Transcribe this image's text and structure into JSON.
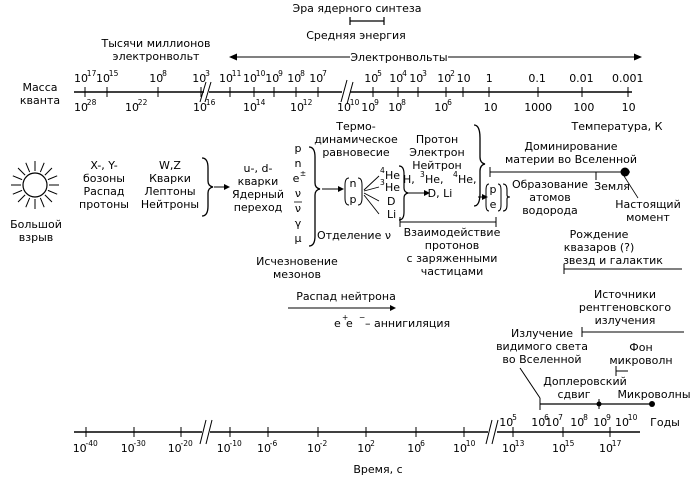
{
  "colors": {
    "line": "#000000",
    "background": "#ffffff"
  },
  "header": {
    "era_nucleosynthesis": "Эра ядерного синтеза",
    "mean_energy": "Средняя энергия",
    "billions_ev": [
      "Тысячи миллионов",
      "электронвольт"
    ],
    "electronvolts": "Электронвольты"
  },
  "top_axis": {
    "mass_label": [
      "Масса",
      "кванта"
    ],
    "temp_label": "Температура, К",
    "energy_ticks": [
      {
        "b": "10",
        "e": "17"
      },
      {
        "b": "10",
        "e": "15"
      },
      {
        "b": "10",
        "e": "8"
      },
      {
        "b": "10",
        "e": "3"
      },
      {
        "b": "10",
        "e": "11"
      },
      {
        "b": "10",
        "e": "10"
      },
      {
        "b": "10",
        "e": "9"
      },
      {
        "b": "10",
        "e": "8"
      },
      {
        "b": "10",
        "e": "7"
      },
      {
        "b": "10",
        "e": "5"
      },
      {
        "b": "10",
        "e": "4"
      },
      {
        "b": "10",
        "e": "3"
      },
      {
        "b": "10",
        "e": "2"
      },
      {
        "b": "10",
        "e": ""
      },
      {
        "b": "1",
        "e": ""
      },
      {
        "b": "0.1",
        "e": ""
      },
      {
        "b": "0.01",
        "e": ""
      },
      {
        "b": "0.001",
        "e": ""
      }
    ],
    "temp_ticks": [
      {
        "b": "10",
        "e": "28"
      },
      {
        "b": "10",
        "e": "22"
      },
      {
        "b": "10",
        "e": "16"
      },
      {
        "b": "10",
        "e": "14"
      },
      {
        "b": "10",
        "e": "12"
      },
      {
        "b": "10",
        "e": "10"
      },
      {
        "b": "10",
        "e": "9"
      },
      {
        "b": "10",
        "e": "8"
      },
      {
        "b": "10",
        "e": "6"
      },
      {
        "b": "10",
        "e": ""
      },
      {
        "b": "1000",
        "e": ""
      },
      {
        "b": "100",
        "e": ""
      },
      {
        "b": "10",
        "e": ""
      }
    ]
  },
  "big_bang": [
    "Большой",
    "взрыв"
  ],
  "stages": {
    "xy_bosons": [
      "X-, Y-",
      "бозоны",
      "Распад",
      "протоны"
    ],
    "wz_group": [
      "W,Z",
      "Кварки",
      "Лептоны",
      "Нейтроны"
    ],
    "quark_transition": [
      "u-, d-",
      "кварки",
      "Ядерный",
      "переход"
    ],
    "particles": [
      "p",
      "n",
      "e",
      "ν",
      "ν",
      "γ",
      "μ"
    ],
    "e_pm": "±",
    "meson_vanish": [
      "Исчезновение",
      "мезонов"
    ],
    "neutrino_decoupling": "Отделение ν",
    "thermo_eq": [
      "Термо-",
      "динамическое",
      "равновесие"
    ],
    "np": [
      "n",
      "p"
    ],
    "nuclei": [
      {
        "sup": "4",
        "base": "He"
      },
      {
        "sup": "3",
        "base": "He"
      },
      {
        "sup": "",
        "base": "D"
      },
      {
        "sup": "",
        "base": "Li"
      }
    ],
    "proton_group": [
      "Протон",
      "Электрон",
      "Нейтрон"
    ],
    "proton_nuclei": [
      "H, ",
      "3",
      "He, ",
      "4",
      "He,"
    ],
    "d_li": "D, Li",
    "pe": [
      "p",
      "e"
    ],
    "interaction": [
      "Взаимодействие",
      "протонов",
      "с заряженными",
      "частицами"
    ],
    "matter_dom": [
      "Доминирование",
      "материи во Вселенной"
    ],
    "atom_formation": [
      "Образование",
      "атомов",
      "водорода"
    ],
    "earth": "Земля",
    "now": [
      "Настоящий",
      "момент"
    ],
    "quasars": [
      "Рождение",
      "квазаров (?)",
      "звезд и галактик"
    ],
    "neutron_decay": "Распад нейтрона",
    "annihilation": [
      "e",
      "+",
      " e",
      "−",
      " – аннигиляция"
    ],
    "xray": [
      "Источники",
      "рентгеновского",
      "излучения"
    ],
    "microwave_bg": [
      "Фон",
      "микроволн"
    ],
    "visible_light": [
      "Излучение",
      "видимого света",
      "во Вселенной"
    ],
    "doppler": [
      "Доплеровский",
      "сдвиг"
    ],
    "microwaves": "Микроволны"
  },
  "bottom_axis": {
    "time_label": "Время, с",
    "years_label": "Годы",
    "time_ticks": [
      {
        "b": "10",
        "e": "-40"
      },
      {
        "b": "10",
        "e": "-30"
      },
      {
        "b": "10",
        "e": "-20"
      },
      {
        "b": "10",
        "e": "-10"
      },
      {
        "b": "10",
        "e": "-6"
      },
      {
        "b": "10",
        "e": "-2"
      },
      {
        "b": "10",
        "e": "2"
      },
      {
        "b": "10",
        "e": "6"
      },
      {
        "b": "10",
        "e": "10"
      },
      {
        "b": "10",
        "e": "13"
      },
      {
        "b": "10",
        "e": "15"
      },
      {
        "b": "10",
        "e": "17"
      }
    ],
    "year_ticks": [
      {
        "b": "10",
        "e": "5"
      },
      {
        "b": "10",
        "e": "6"
      },
      {
        "b": "10",
        "e": "7"
      },
      {
        "b": "10",
        "e": "8"
      },
      {
        "b": "10",
        "e": "9"
      },
      {
        "b": "10",
        "e": "10"
      }
    ]
  }
}
